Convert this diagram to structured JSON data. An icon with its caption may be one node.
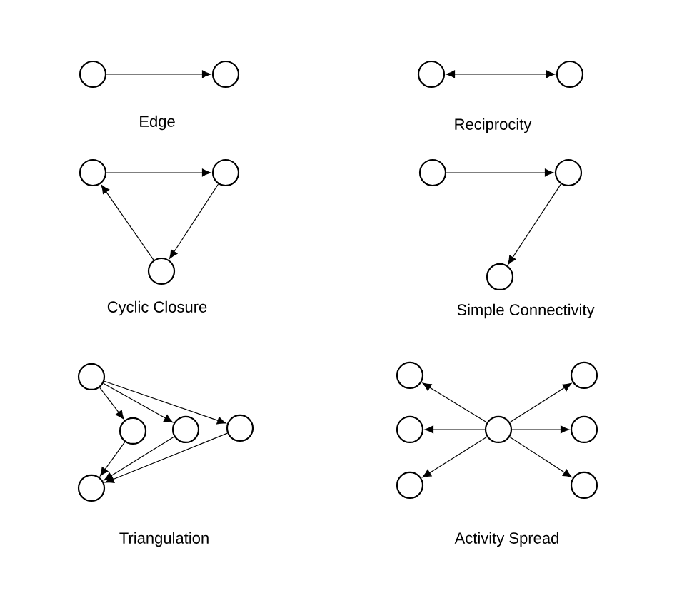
{
  "diagram": {
    "nodes": [
      {
        "text": [],
        "shape": "circle"
      },
      {
        "text": [],
        "shape": "circle"
      },
      {
        "text": [],
        "shape": "circle"
      },
      {
        "text": [],
        "shape": "circle"
      },
      {
        "text": [],
        "shape": "circle"
      },
      {
        "text": [],
        "shape": "circle"
      },
      {
        "text": [],
        "shape": "circle"
      },
      {
        "text": [],
        "shape": "circle"
      },
      {
        "text": [],
        "shape": "circle"
      },
      {
        "text": [],
        "shape": "circle"
      },
      {
        "text": [],
        "shape": "circle"
      },
      {
        "text": [],
        "shape": "circle"
      },
      {
        "text": [],
        "shape": "circle"
      },
      {
        "text": [],
        "shape": "circle"
      },
      {
        "text": [],
        "shape": "circle"
      },
      {
        "text": [],
        "shape": "circle"
      },
      {
        "text": [],
        "shape": "circle"
      },
      {
        "text": [],
        "shape": "circle"
      },
      {
        "text": [],
        "shape": "circle"
      },
      {
        "text": [],
        "shape": "circle"
      },
      {
        "text": [],
        "shape": "circle"
      },
      {
        "text": [],
        "shape": "circle"
      }
    ],
    "edges": [
      {
        "from": 0,
        "to": 1,
        "arrow": "to"
      },
      {
        "from": 2,
        "to": 3,
        "arrow": "both"
      },
      {
        "from": 4,
        "to": 5,
        "arrow": "to"
      },
      {
        "from": 5,
        "to": 6,
        "arrow": "to"
      },
      {
        "from": 6,
        "to": 4,
        "arrow": "to"
      },
      {
        "from": 7,
        "to": 8,
        "arrow": "to"
      },
      {
        "from": 8,
        "to": 9,
        "arrow": "to"
      },
      {
        "from": 10,
        "to": 11,
        "arrow": "to"
      },
      {
        "from": 10,
        "to": 12,
        "arrow": "to"
      },
      {
        "from": 10,
        "to": 13,
        "arrow": "to"
      },
      {
        "from": 11,
        "to": 14,
        "arrow": "to"
      },
      {
        "from": 12,
        "to": 14,
        "arrow": "to"
      },
      {
        "from": 13,
        "to": 14,
        "arrow": "to"
      },
      {
        "from": 18,
        "to": 15,
        "arrow": "to"
      },
      {
        "from": 18,
        "to": 16,
        "arrow": "to"
      },
      {
        "from": 18,
        "to": 17,
        "arrow": "to"
      },
      {
        "from": 18,
        "to": 19,
        "arrow": "to"
      },
      {
        "from": 18,
        "to": 20,
        "arrow": "to"
      },
      {
        "from": 18,
        "to": 21,
        "arrow": "to"
      }
    ],
    "labels": [
      "Edge",
      "Reciprocity",
      "Cyclic Closure",
      "Simple Connectivity",
      "Triangulation",
      "Activity Spread"
    ]
  }
}
